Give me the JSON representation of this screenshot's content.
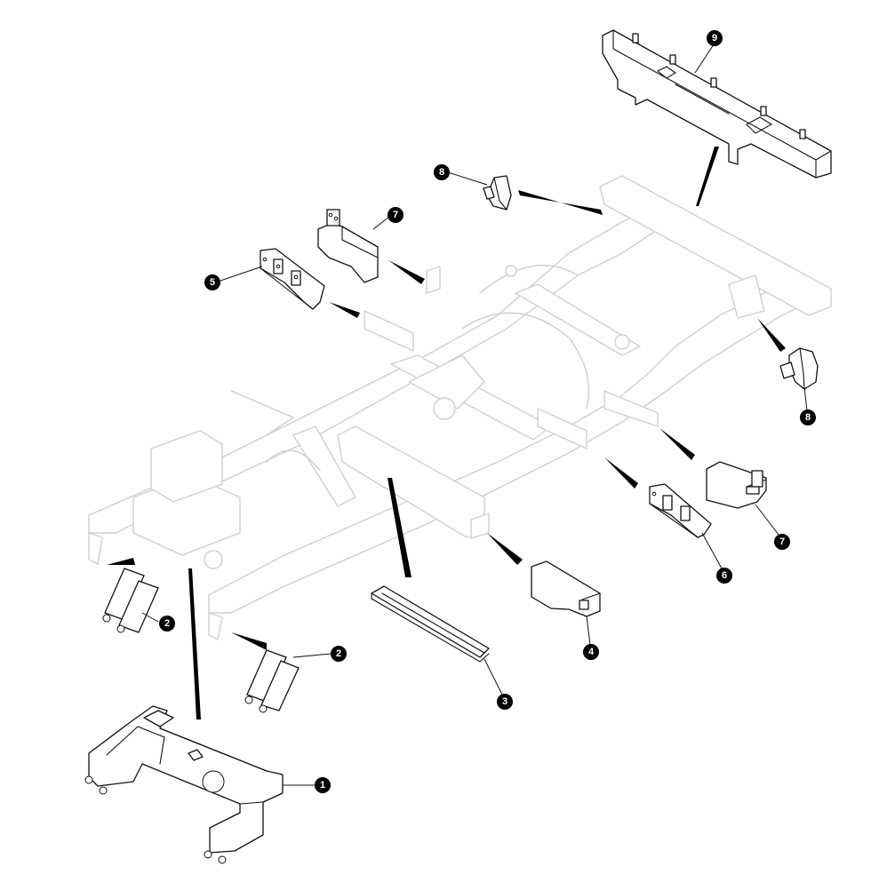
{
  "callouts": {
    "c1": "1",
    "c2a": "2",
    "c2b": "2",
    "c3": "3",
    "c4": "4",
    "c5": "5",
    "c6": "6",
    "c7a": "7",
    "c7b": "7",
    "c8a": "8",
    "c8b": "8",
    "c9": "9"
  },
  "colors": {
    "line": "#111111",
    "ghost": "#cfcfcf",
    "callout": "#000000"
  }
}
